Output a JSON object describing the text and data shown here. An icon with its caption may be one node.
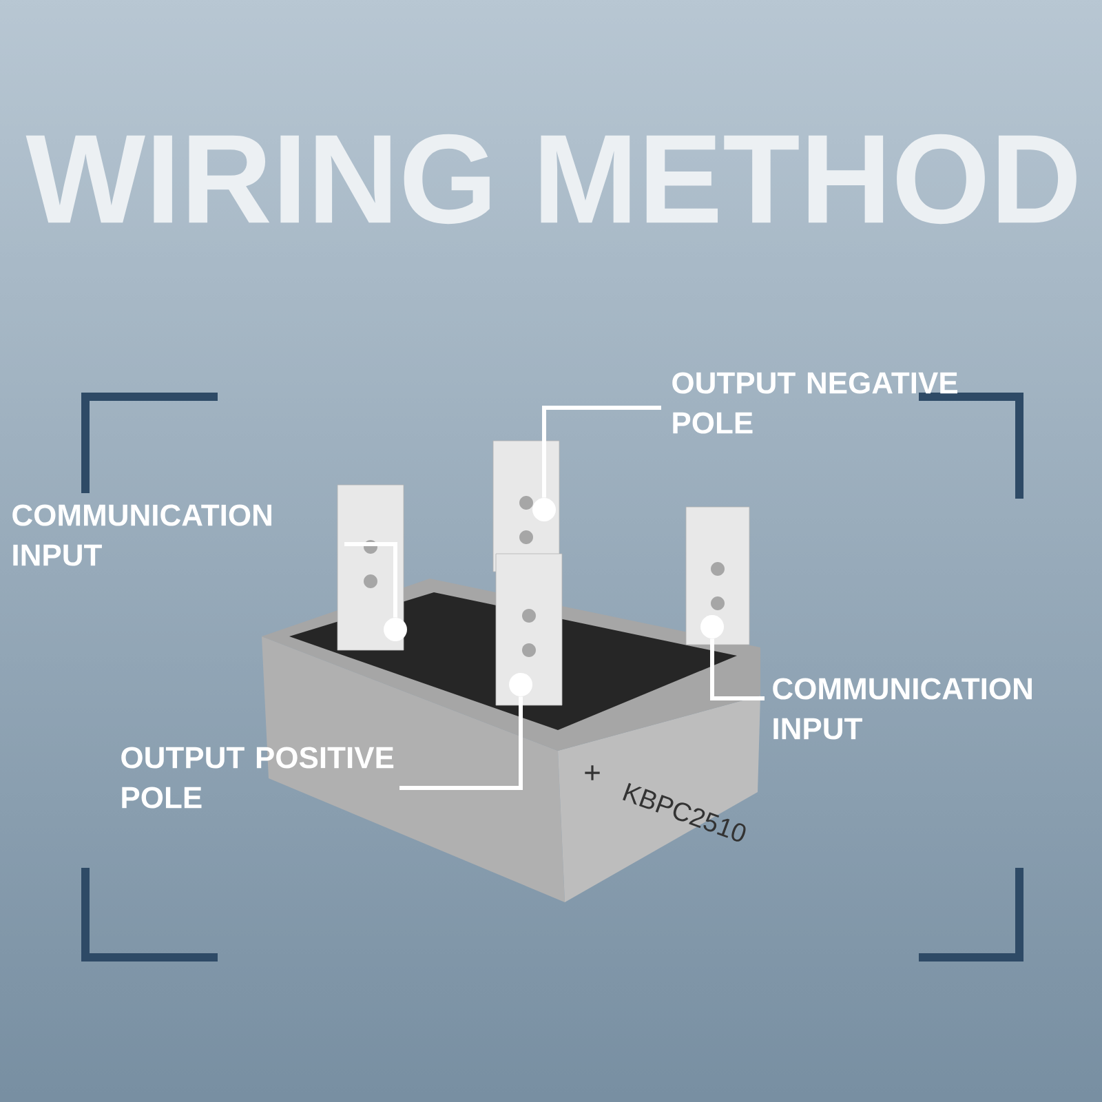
{
  "diagram": {
    "title": "WIRING METHOD",
    "nodes": [
      {
        "text": [
          "OUTPUT NEGATIVE POLE"
        ]
      },
      {
        "text": [],
        "shape": "circle"
      },
      {
        "text": [
          "COMMUNICATION INPUT"
        ]
      },
      {
        "text": [],
        "shape": "circle"
      },
      {
        "text": [
          "COMMUNICATION INPUT"
        ]
      },
      {
        "text": [],
        "shape": "circle"
      },
      {
        "text": [
          "OUTPUT POSITIVE POLE"
        ]
      },
      {
        "text": [],
        "shape": "circle"
      }
    ],
    "edges": [
      {
        "from": 0,
        "to": 1,
        "arrow": "none"
      },
      {
        "from": 2,
        "to": 3,
        "arrow": "none"
      },
      {
        "from": 4,
        "to": 5,
        "arrow": "none"
      },
      {
        "from": 6,
        "to": 7,
        "arrow": "none"
      }
    ],
    "labels": [
      "+",
      "KBPC2510"
    ]
  }
}
